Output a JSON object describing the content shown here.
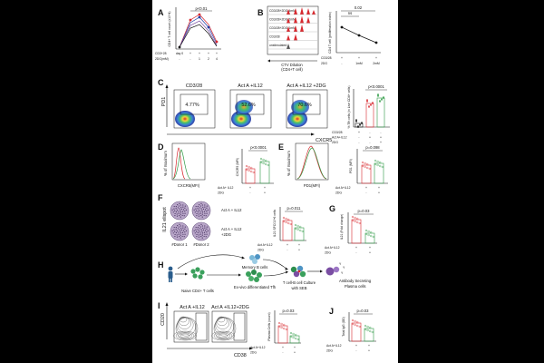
{
  "panels": {
    "A": {
      "label": "A",
      "ylabel": "CD4+ T cell count (x10^4)",
      "pval": "p<0.01",
      "row1_label": "CD3+28",
      "row2_label": "2DG(mM)",
      "xticks": [
        "day 0",
        "+",
        "+",
        "+",
        "+"
      ],
      "xticks2": [
        "-",
        "-",
        "1",
        "2",
        "4"
      ]
    },
    "B": {
      "label": "B",
      "hist_labels": [
        "CD3/28+2DG 4mM",
        "CD3/28+2DG 2mM",
        "CD3/28+2DG 1mM",
        "CD3/28",
        "unstimulated"
      ],
      "xlabel1": "CTV Dilution",
      "xlabel2": "(CD4+T cell)",
      "ylabel": "CD4 T cell (proliferation index)",
      "ns": "ns",
      "pval": "0.02",
      "row1_label": "CD3/28",
      "row2_label": "2DG",
      "xticks": [
        "+",
        "+",
        "+"
      ],
      "xticks2": [
        "-",
        "1mM",
        "2mM"
      ]
    },
    "C": {
      "label": "C",
      "plots": [
        {
          "title": "CD3/28",
          "pct": "4.77%"
        },
        {
          "title": "Act A +IL12",
          "pct": "52.6%"
        },
        {
          "title": "Act A +IL12 +2DG",
          "pct": "70.6%"
        }
      ],
      "ylabel": "PD1",
      "xlabel": "CXCR5",
      "bar_ylabel": "% Tfh cells (in Live CD4+ cells)",
      "pval": "p<0.0001",
      "rows": [
        "CD3/28",
        "Act A+IL12",
        "2DG"
      ],
      "row_vals": [
        [
          "+",
          "-",
          "-"
        ],
        [
          "-",
          "+",
          "+"
        ],
        [
          "-",
          "-",
          "+"
        ]
      ]
    },
    "D": {
      "label": "D",
      "ylabel": "% of maximum",
      "xlabel": "CXCR5(MFI)",
      "bar_ylabel": "CXCR5 (MFI)",
      "pval": "p<0.0001",
      "rows": [
        "Act A+ IL12",
        "2DG"
      ],
      "row_vals": [
        [
          "+",
          "+"
        ],
        [
          "-",
          "+"
        ]
      ]
    },
    "E": {
      "label": "E",
      "ylabel": "% of maximum",
      "xlabel": "PD1(MFI)",
      "bar_ylabel": "PD1 (MFI)",
      "pval": "p=0.098",
      "rows": [
        "Act A+IL12",
        "2DG"
      ],
      "row_vals": [
        [
          "+",
          "+"
        ],
        [
          "-",
          "+"
        ]
      ]
    },
    "F": {
      "label": "F",
      "ylabel": "IL21 elispot",
      "row_labels": [
        "Act A + IL12",
        "Act A + IL12 +2DG"
      ],
      "donors": [
        "#Donor 1",
        "#Donor 2"
      ],
      "bar_ylabel": "IL21 SFC/10^6 cells",
      "pval": "p=0.011",
      "rows": [
        "Act A+IL12",
        "2DG"
      ],
      "row_vals": [
        [
          "+",
          "+"
        ],
        [
          "-",
          "+"
        ]
      ]
    },
    "G": {
      "label": "G",
      "ylabel": "IL21 (Fold change)",
      "pval": "p=0.03",
      "rows": [
        "Act A+IL12",
        "2DG"
      ],
      "row_vals": [
        [
          "+",
          "+"
        ],
        [
          "-",
          "+"
        ]
      ]
    },
    "H": {
      "label": "H",
      "labels": {
        "naive": "Naive CD4+ T cells",
        "memory": "Memory B cells",
        "tfh": "Ex-vivo differentiated Tfh",
        "coculture1": "T cell-B cell Culture",
        "coculture2": "with SEB",
        "plasma1": "Antibody Secreting",
        "plasma2": "Plasma cells"
      }
    },
    "I": {
      "label": "I",
      "titles": [
        "Act A +IL12",
        "Act A +IL12+2DG"
      ],
      "ylabel": "CD20",
      "xlabel": "CD38",
      "bar_ylabel": "Plasma Cells (count)",
      "pval": "p=0.03",
      "rows": [
        "Act A+IL12",
        "2DG"
      ],
      "row_vals": [
        [
          "+",
          "+"
        ],
        [
          "-",
          "+"
        ]
      ]
    },
    "J": {
      "label": "J",
      "ylabel": "Total IgG (OD)",
      "pval": "p=0.03",
      "rows": [
        "Act A+IL12",
        "2DG"
      ],
      "row_vals": [
        [
          "+",
          "+"
        ],
        [
          "-",
          "+"
        ]
      ]
    }
  },
  "colors": {
    "red": "#d8292f",
    "green": "#2f9a45",
    "blue": "#2340a8",
    "purple": "#7a4ea3",
    "black": "#111111"
  }
}
